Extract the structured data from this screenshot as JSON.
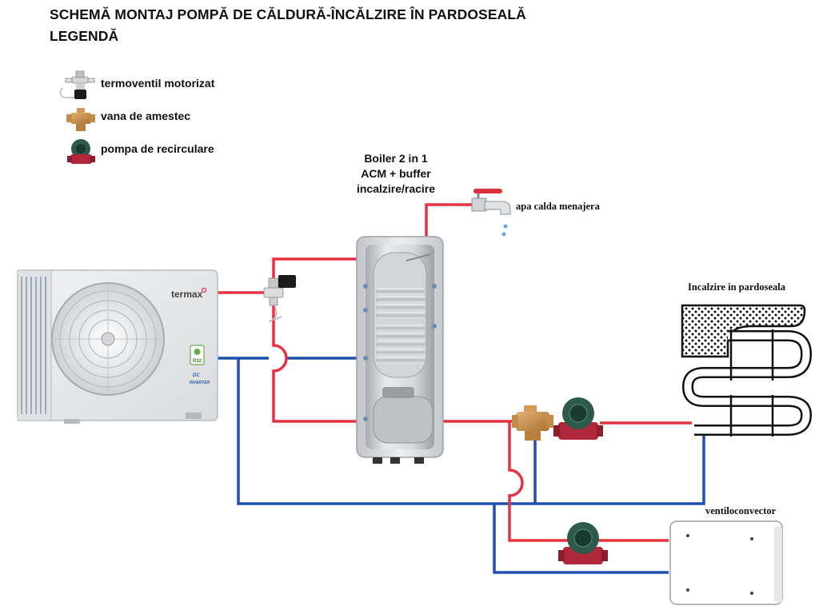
{
  "header": {
    "title": "SCHEMĂ MONTAJ POMPĂ DE CĂLDURĂ-ÎNCĂLZIRE ÎN PARDOSEALĂ",
    "legend_title": "LEGENDĂ"
  },
  "legend": {
    "items": [
      {
        "label": "termoventil motorizat",
        "icon": "motorized-thermovalve-icon"
      },
      {
        "label": "vana de amestec",
        "icon": "mixing-valve-icon"
      },
      {
        "label": "pompa de recirculare",
        "icon": "circulation-pump-icon"
      }
    ]
  },
  "boiler": {
    "label_lines": [
      "Boiler 2 in 1",
      "ACM + buffer",
      "incalzire/racire"
    ]
  },
  "outputs": {
    "dhw_label": "apa calda menajera",
    "floor_heating_label": "Incalzire in pardoseala",
    "fan_coil_label": "ventiloconvector"
  },
  "heat_pump": {
    "brand": "termax",
    "refrigerant_badge": "R32",
    "badge_line1": "DC",
    "badge_line2": "INVERTER"
  },
  "colors": {
    "hot_pipe": "#e63140",
    "cold_pipe": "#1f4fb0",
    "brass": "#c8914e",
    "pump_green": "#2d5a4a",
    "pump_red": "#b0283a"
  }
}
